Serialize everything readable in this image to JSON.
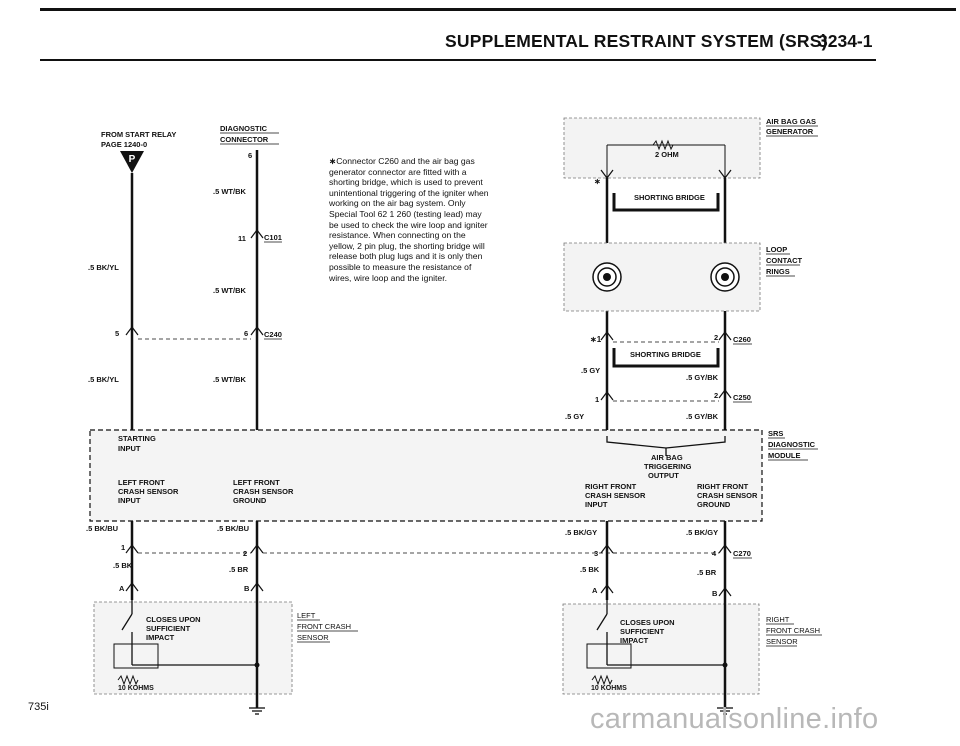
{
  "header": {
    "title": "SUPPLEMENTAL RESTRAINT SYSTEM (SRS)",
    "page_number": "3234-1"
  },
  "footer": {
    "model": "735i",
    "watermark": "carmanualsonline.info"
  },
  "note": {
    "asterisk": "∗",
    "text": "Connector C260 and the air bag gas generator connector are fitted with a shorting bridge, which is used to prevent unintentional triggering of the igniter when working on the air bag system. Only Special Tool 62 1 260 (testing lead) may be used to check the wire loop and igniter resistance. When connecting on the yellow, 2 pin plug, the shorting bridge will release both plug lugs and it is only then possible to measure the resistance of wires, wire loop and the igniter."
  },
  "left": {
    "from_relay_1": "FROM START RELAY",
    "from_relay_2": "PAGE 1240-0",
    "relay_symbol": "P",
    "diag_1": "DIAGNOSTIC",
    "diag_2": "CONNECTOR",
    "pin_6_top": "6",
    "wire_wtbk_1": ".5 WT/BK",
    "pin_11": "11",
    "c101": "C101",
    "wire_bkyl_1": ".5 BK/YL",
    "wire_wtbk_2": ".5 WT/BK",
    "pin_5": "5",
    "pin_6_c240": "6",
    "c240": "C240",
    "wire_bkyl_2": ".5 BK/YL",
    "wire_wtbk_3": ".5 WT/BK"
  },
  "module": {
    "starting_1": "STARTING",
    "starting_2": "INPUT",
    "lf_sensor_1": "LEFT FRONT",
    "lf_sensor_2": "CRASH SENSOR",
    "lf_sensor_3": "INPUT",
    "lf_ground_1": "LEFT FRONT",
    "lf_ground_2": "CRASH SENSOR",
    "lf_ground_3": "GROUND",
    "airbag_1": "AIR BAG",
    "airbag_2": "TRIGGERING",
    "airbag_3": "OUTPUT",
    "rf_sensor_1": "RIGHT FRONT",
    "rf_sensor_2": "CRASH SENSOR",
    "rf_sensor_3": "INPUT",
    "rf_ground_1": "RIGHT FRONT",
    "rf_ground_2": "CRASH SENSOR",
    "rf_ground_3": "GROUND",
    "label_1": "SRS",
    "label_2": "DIAGNOSTIC",
    "label_3": "MODULE"
  },
  "right": {
    "gen_1": "AIR BAG GAS",
    "gen_2": "GENERATOR",
    "ohm": "2 OHM",
    "shorting_bridge_1": "SHORTING BRIDGE",
    "loop_1": "LOOP",
    "loop_2": "CONTACT",
    "loop_3": "RINGS",
    "pin_1_c260": "∗1",
    "pin_2_c260": "2",
    "c260": "C260",
    "shorting_bridge_2": "SHORTING BRIDGE",
    "wire_gy_1": ".5 GY",
    "wire_gybk_1": ".5 GY/BK",
    "pin_1_c250": "1",
    "pin_2_c250": "2",
    "c250": "C250",
    "wire_gy_2": ".5 GY",
    "wire_gybk_2": ".5 GY/BK",
    "ast_gen": "∗"
  },
  "lower_left": {
    "wire_bkbu_1": ".5 BK/BU",
    "wire_bkbu_2": ".5 BK/BU",
    "pin_1": "1",
    "pin_2": "2",
    "wire_bk": ".5 BK",
    "wire_br": ".5 BR",
    "pin_a": "A",
    "pin_b": "B",
    "closes_1": "CLOSES UPON",
    "closes_2": "SUFFICIENT",
    "closes_3": "IMPACT",
    "kohm": "10 KOHMS",
    "sensor_1": "LEFT",
    "sensor_2": "FRONT CRASH",
    "sensor_3": "SENSOR"
  },
  "lower_right": {
    "wire_bkgy_1": ".5 BK/GY",
    "wire_bkgy_2": ".5 BK/GY",
    "pin_3": "3",
    "pin_4": "4",
    "c270": "C270",
    "wire_bk": ".5 BK",
    "wire_br": ".5 BR",
    "pin_a": "A",
    "pin_b": "B",
    "closes_1": "CLOSES UPON",
    "closes_2": "SUFFICIENT",
    "closes_3": "IMPACT",
    "kohm": "10 KOHMS",
    "sensor_1": "RIGHT",
    "sensor_2": "FRONT CRASH",
    "sensor_3": "SENSOR"
  }
}
